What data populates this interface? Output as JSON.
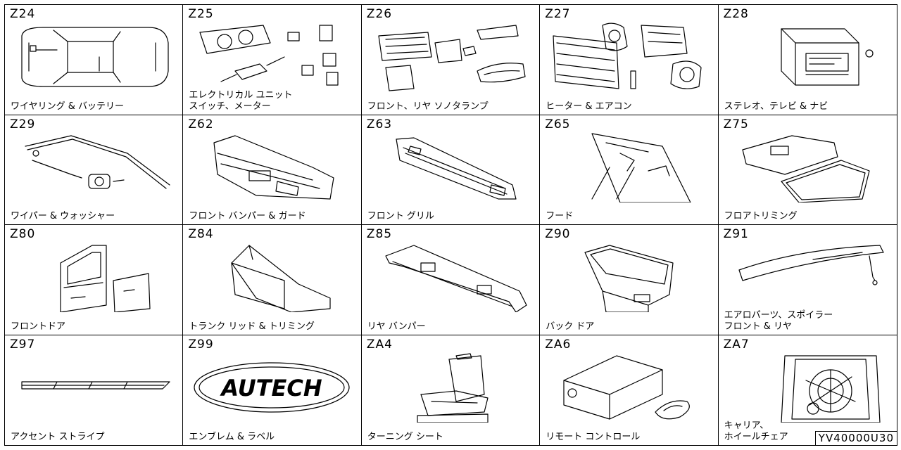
{
  "reference_code": "YV40000U30",
  "cells": [
    {
      "code": "Z24",
      "label": "ワイヤリング & バッテリー"
    },
    {
      "code": "Z25",
      "label": "エレクトリカル ユニット\nスイッチ、メーター"
    },
    {
      "code": "Z26",
      "label": "フロント、リヤ ソノタランプ"
    },
    {
      "code": "Z27",
      "label": "ヒーター & エアコン"
    },
    {
      "code": "Z28",
      "label": "ステレオ、テレビ & ナビ"
    },
    {
      "code": "Z29",
      "label": "ワイパー & ウォッシャー"
    },
    {
      "code": "Z62",
      "label": "フロント バンパー & ガード"
    },
    {
      "code": "Z63",
      "label": "フロント グリル"
    },
    {
      "code": "Z65",
      "label": "フード"
    },
    {
      "code": "Z75",
      "label": "フロアトリミング"
    },
    {
      "code": "Z80",
      "label": "フロントドア"
    },
    {
      "code": "Z84",
      "label": "トランク リッド & トリミング"
    },
    {
      "code": "Z85",
      "label": "リヤ バンパー"
    },
    {
      "code": "Z90",
      "label": "バック ドア"
    },
    {
      "code": "Z91",
      "label": "エアロパーツ、スポイラー\nフロント & リヤ"
    },
    {
      "code": "Z97",
      "label": "アクセント ストライプ"
    },
    {
      "code": "Z99",
      "label": "エンブレム & ラベル"
    },
    {
      "code": "ZA4",
      "label": "ターニング シート"
    },
    {
      "code": "ZA6",
      "label": "リモート コントロール"
    },
    {
      "code": "ZA7",
      "label": "キャリア、\nホイールチェア"
    }
  ],
  "emblem_text": "AUTECH"
}
